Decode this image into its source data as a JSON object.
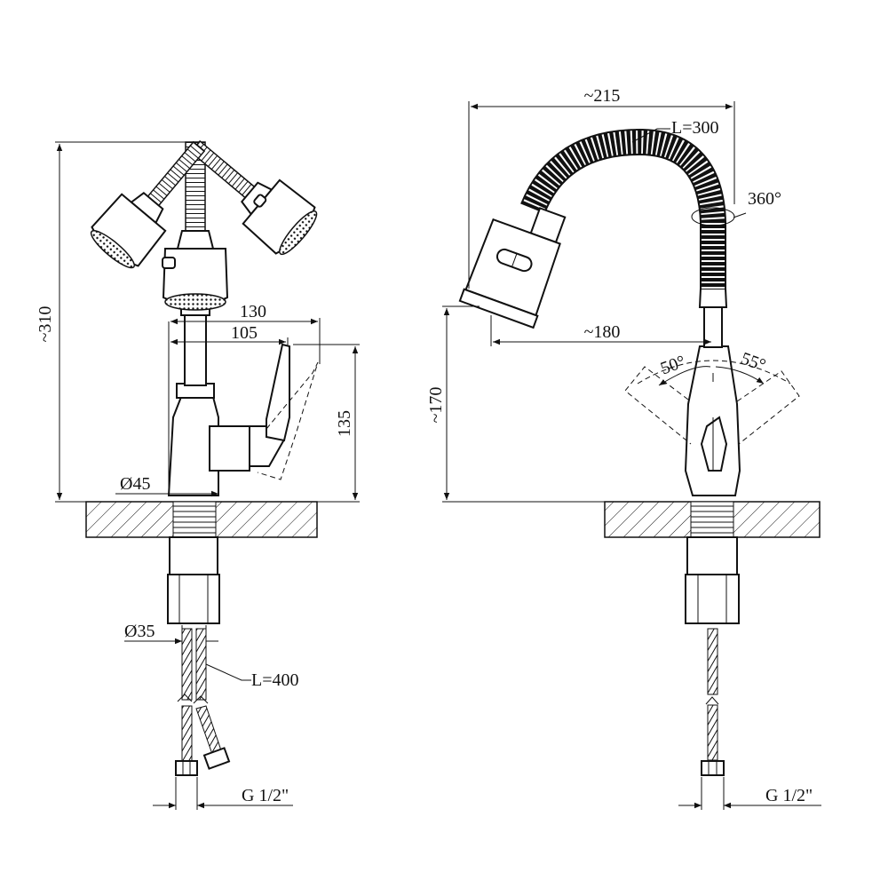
{
  "colors": {
    "line": "#111111",
    "background": "#ffffff"
  },
  "left_view": {
    "height": "~310",
    "handle_reach": "130",
    "spout_reach": "105",
    "lever_height": "135",
    "base_diameter": "Ø45",
    "nut_diameter": "Ø35",
    "hose_length": "L=400",
    "thread": "G 1/2\""
  },
  "right_view": {
    "width": "~215",
    "spout_length": "L=300",
    "rotation": "360°",
    "reach": "~180",
    "height": "~170",
    "angle_left": "50°",
    "angle_right": "55°",
    "thread": "G 1/2\""
  }
}
